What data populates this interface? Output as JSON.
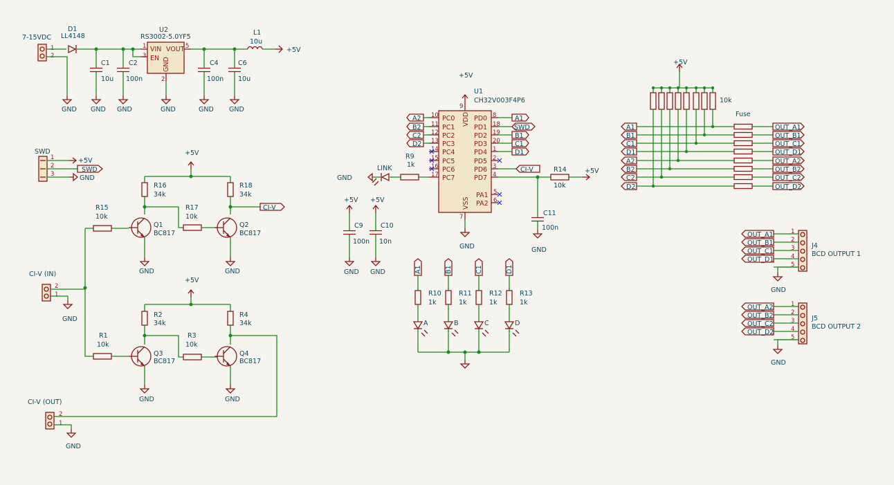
{
  "power": {
    "dc_in": "7-15VDC",
    "vplus": "+5V",
    "gnd": "GND"
  },
  "regulator": {
    "ref": "U2",
    "value": "RS3002-5.0YF5",
    "pin_vin": "VIN",
    "pin_vout": "VOUT",
    "pin_en": "EN",
    "pin_gnd": "GND",
    "n1": "1",
    "n3": "3",
    "n5": "5",
    "n2": "2"
  },
  "d1": {
    "ref": "D1",
    "value": "LL4148"
  },
  "l1": {
    "ref": "L1",
    "value": "10u"
  },
  "c1": {
    "ref": "C1",
    "value": "10u"
  },
  "c2": {
    "ref": "C2",
    "value": "100n"
  },
  "c4": {
    "ref": "C4",
    "value": "100n"
  },
  "c6": {
    "ref": "C6",
    "value": "10u"
  },
  "c9": {
    "ref": "C9",
    "value": "100n"
  },
  "c10": {
    "ref": "C10",
    "value": "10n"
  },
  "c11": {
    "ref": "C11",
    "value": "100n"
  },
  "swd": {
    "ref": "SWD",
    "p1": "1",
    "p2": "2",
    "p3": "3",
    "l_5v": "+5V",
    "l_swd": "SWD",
    "l_gnd": "GND"
  },
  "transistors": {
    "q1": "Q1",
    "q2": "Q2",
    "q3": "Q3",
    "q4": "Q4",
    "type": "BC817"
  },
  "resistors": {
    "r16": "R16",
    "r18": "R18",
    "r17": "R17",
    "r15": "R15",
    "r2": "R2",
    "r4": "R4",
    "r3": "R3",
    "r1": "R1",
    "r9": "R9",
    "r14": "R14",
    "r10": "R10",
    "r11": "R11",
    "r12": "R12",
    "r13": "R13",
    "v34k": "34k",
    "v10k": "10k",
    "v1k": "1k"
  },
  "ci": {
    "ci_v": "CI-V",
    "ci_in": "CI-V (IN)",
    "ci_out": "CI-V (OUT)"
  },
  "mcu": {
    "ref": "U1",
    "value": "CH32V003F4P6",
    "left_pins": [
      "PC0",
      "PC1",
      "PC2",
      "PC3",
      "PC4",
      "PC5",
      "PC6",
      "PC7"
    ],
    "left_nums": [
      "10",
      "11",
      "12",
      "13",
      "14",
      "15",
      "16",
      "17"
    ],
    "right_pins": [
      "PD0",
      "PD1",
      "PD2",
      "PD3",
      "PD4",
      "PD5",
      "PD6",
      "PD7"
    ],
    "right_nums": [
      "8",
      "18",
      "19",
      "20",
      "1",
      "2",
      "3",
      "4"
    ],
    "pa_pins": [
      "PA1",
      "PA2"
    ],
    "pa_nums": [
      "5",
      "6"
    ],
    "vdd": "VDD",
    "vss": "VSS",
    "vdd_num": "9",
    "vss_num": "7"
  },
  "labels": {
    "a1": "A1",
    "a2": "A2",
    "b1": "B1",
    "b2": "B2",
    "c1": "C1",
    "c2": "C2",
    "d1": "D1",
    "d2": "D2",
    "link": "LINK"
  },
  "leds": {
    "a": "A",
    "b": "B",
    "c": "C",
    "d": "D"
  },
  "rnet": {
    "value": "10k",
    "fuse": "Fuse"
  },
  "outputs": {
    "names1": [
      "OUT_A1",
      "OUT_B1",
      "OUT_C1",
      "OUT_D1"
    ],
    "names2": [
      "OUT_A2",
      "OUT_B2",
      "OUT_C2",
      "OUT_D2"
    ],
    "inputs": [
      "A1",
      "B1",
      "C1",
      "D1",
      "A2",
      "B2",
      "C2",
      "D2"
    ],
    "outs": [
      "OUT_A1",
      "OUT_B1",
      "OUT_C1",
      "OUT_D1",
      "OUT_A2",
      "OUT_B2",
      "OUT_C2",
      "OUT_D2"
    ]
  },
  "connectors": {
    "j4": "J4",
    "j4_name": "BCD OUTPUT 1",
    "j5": "J5",
    "j5_name": "BCD OUTPUT 2",
    "pins": [
      "1",
      "2",
      "3",
      "4",
      "5"
    ]
  }
}
